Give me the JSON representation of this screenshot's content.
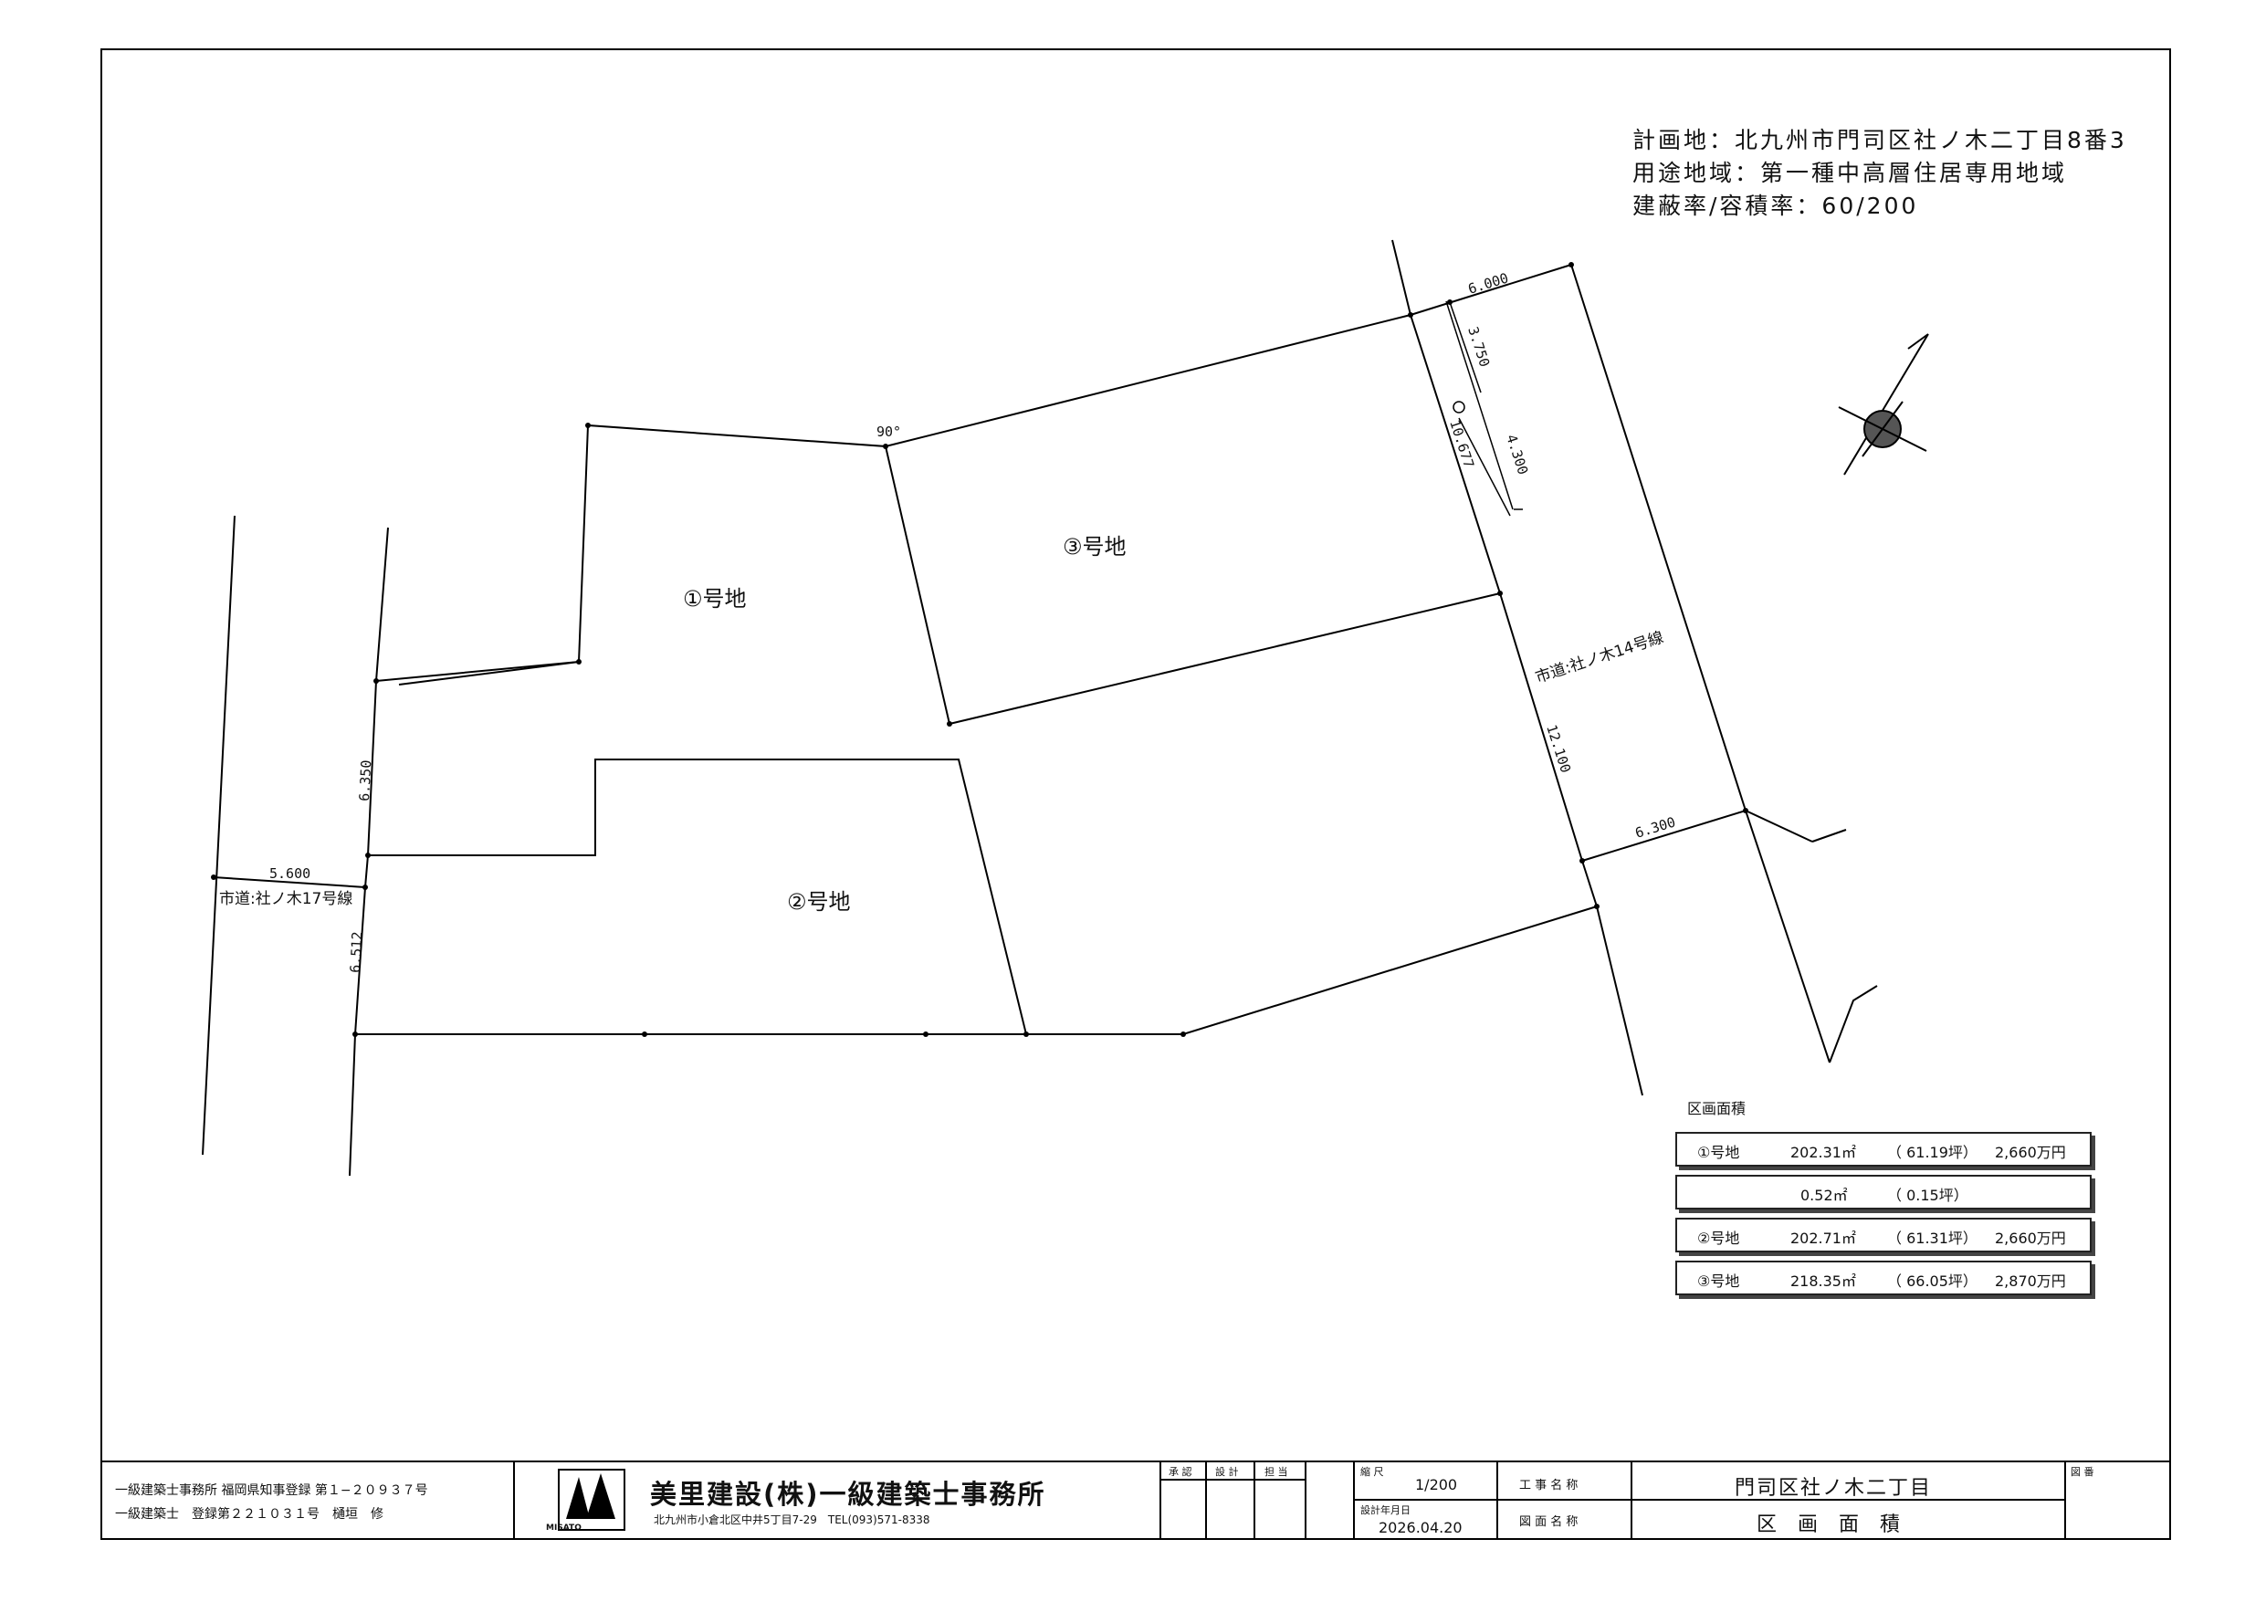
{
  "header": {
    "line1": "計画地：北九州市門司区社ノ木二丁目8番3",
    "line2": "用途地域：第一種中高層住居専用地域",
    "line3": "建蔽率/容積率：60/200"
  },
  "plan": {
    "lots": [
      "①号地",
      "②号地",
      "③号地"
    ],
    "roads": [
      "市道:社ノ木14号線",
      "市道:社ノ木17号線"
    ],
    "dims": {
      "d6000": "6.000",
      "d3750": "3.750",
      "d10677": "10.677",
      "d4300": "4.300",
      "d12100": "12.100",
      "d6300": "6.300",
      "d6350": "6.350",
      "d5600": "5.600",
      "d6512": "6.512",
      "angle": "90°"
    }
  },
  "area_table": {
    "title": "区画面積",
    "rows": [
      {
        "lot": "①号地",
        "sqm": "202.31㎡",
        "tsubo": "（ 61.19坪）",
        "price": "2,660万円"
      },
      {
        "lot": "",
        "sqm": "0.52㎡",
        "tsubo": "（ 0.15坪）",
        "price": ""
      },
      {
        "lot": "②号地",
        "sqm": "202.71㎡",
        "tsubo": "（ 61.31坪）",
        "price": "2,660万円"
      },
      {
        "lot": "③号地",
        "sqm": "218.35㎡",
        "tsubo": "（ 66.05坪）",
        "price": "2,870万円"
      }
    ]
  },
  "title_block": {
    "office_registration": "一級建築士事務所 福岡県知事登録 第１−２０９３７号",
    "architect_registration": "一級建築士　登録第２２１０３１号　樋垣　修",
    "company_name": "美里建設(株)一級建築士事務所",
    "logo_text": "MISATO",
    "address": "北九州市小倉北区中井5丁目7-29　TEL(093)571-8338",
    "approve_label": "承 認",
    "design_label": "設 計",
    "charge_label": "担 当",
    "scale_label": "縮 尺",
    "scale_value": "1/200",
    "date_label": "設計年月日",
    "date_value": "2026.04.20",
    "project_label": "工 事 名 称",
    "project_value": "門司区社ノ木二丁目",
    "drawing_label": "図 面 名 称",
    "drawing_value": "区 画 面 積",
    "drawing_no_label": "図 番"
  }
}
